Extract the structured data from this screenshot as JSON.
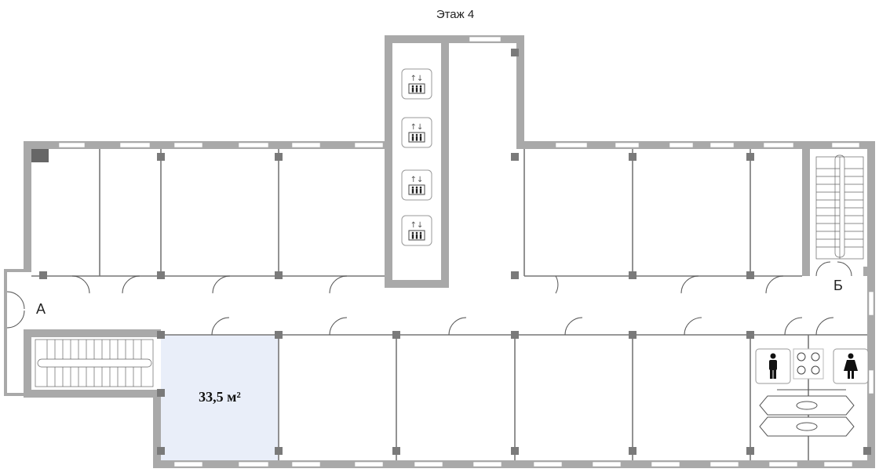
{
  "plan": {
    "floor_title": "Этаж 4",
    "entrance_a": "А",
    "entrance_b": "Б",
    "highlighted_room_area": "33,5 м²",
    "highlight_color": "#e9eef9",
    "wall_color": "#a9a9a9",
    "column_color": "#7a7a7a",
    "icons": [
      "elevator-icon",
      "man-restroom-icon",
      "woman-restroom-icon",
      "washbasin-icon",
      "stairs-icon"
    ]
  }
}
